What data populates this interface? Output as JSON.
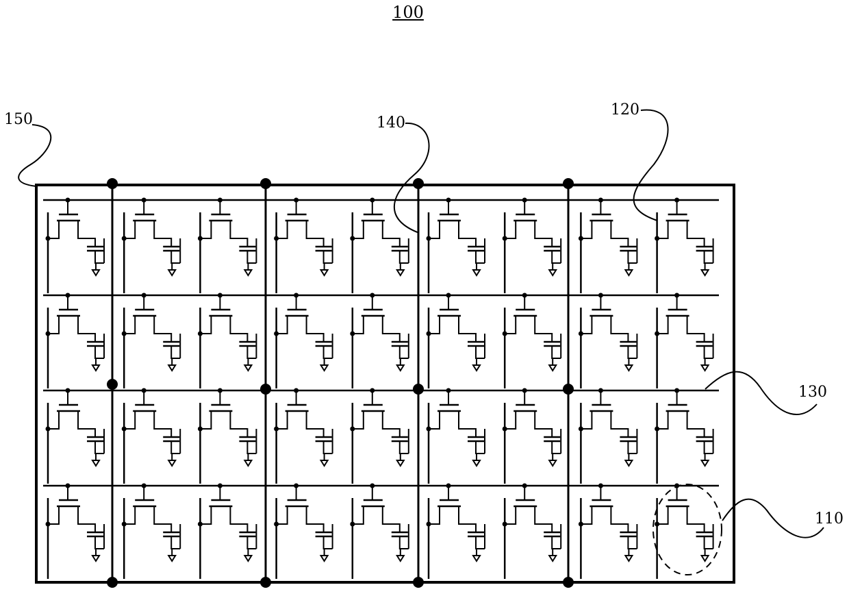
{
  "figure": {
    "number": "100",
    "rows": 4,
    "columns": 9,
    "bus_line_after_columns": [
      1,
      3,
      5,
      7
    ]
  },
  "reference_labels": {
    "array": "150",
    "column_line": "140",
    "data_line": "120",
    "scan_line": "130",
    "pixel_unit": "110"
  },
  "colors": {
    "line": "#000000",
    "background": "#ffffff"
  }
}
